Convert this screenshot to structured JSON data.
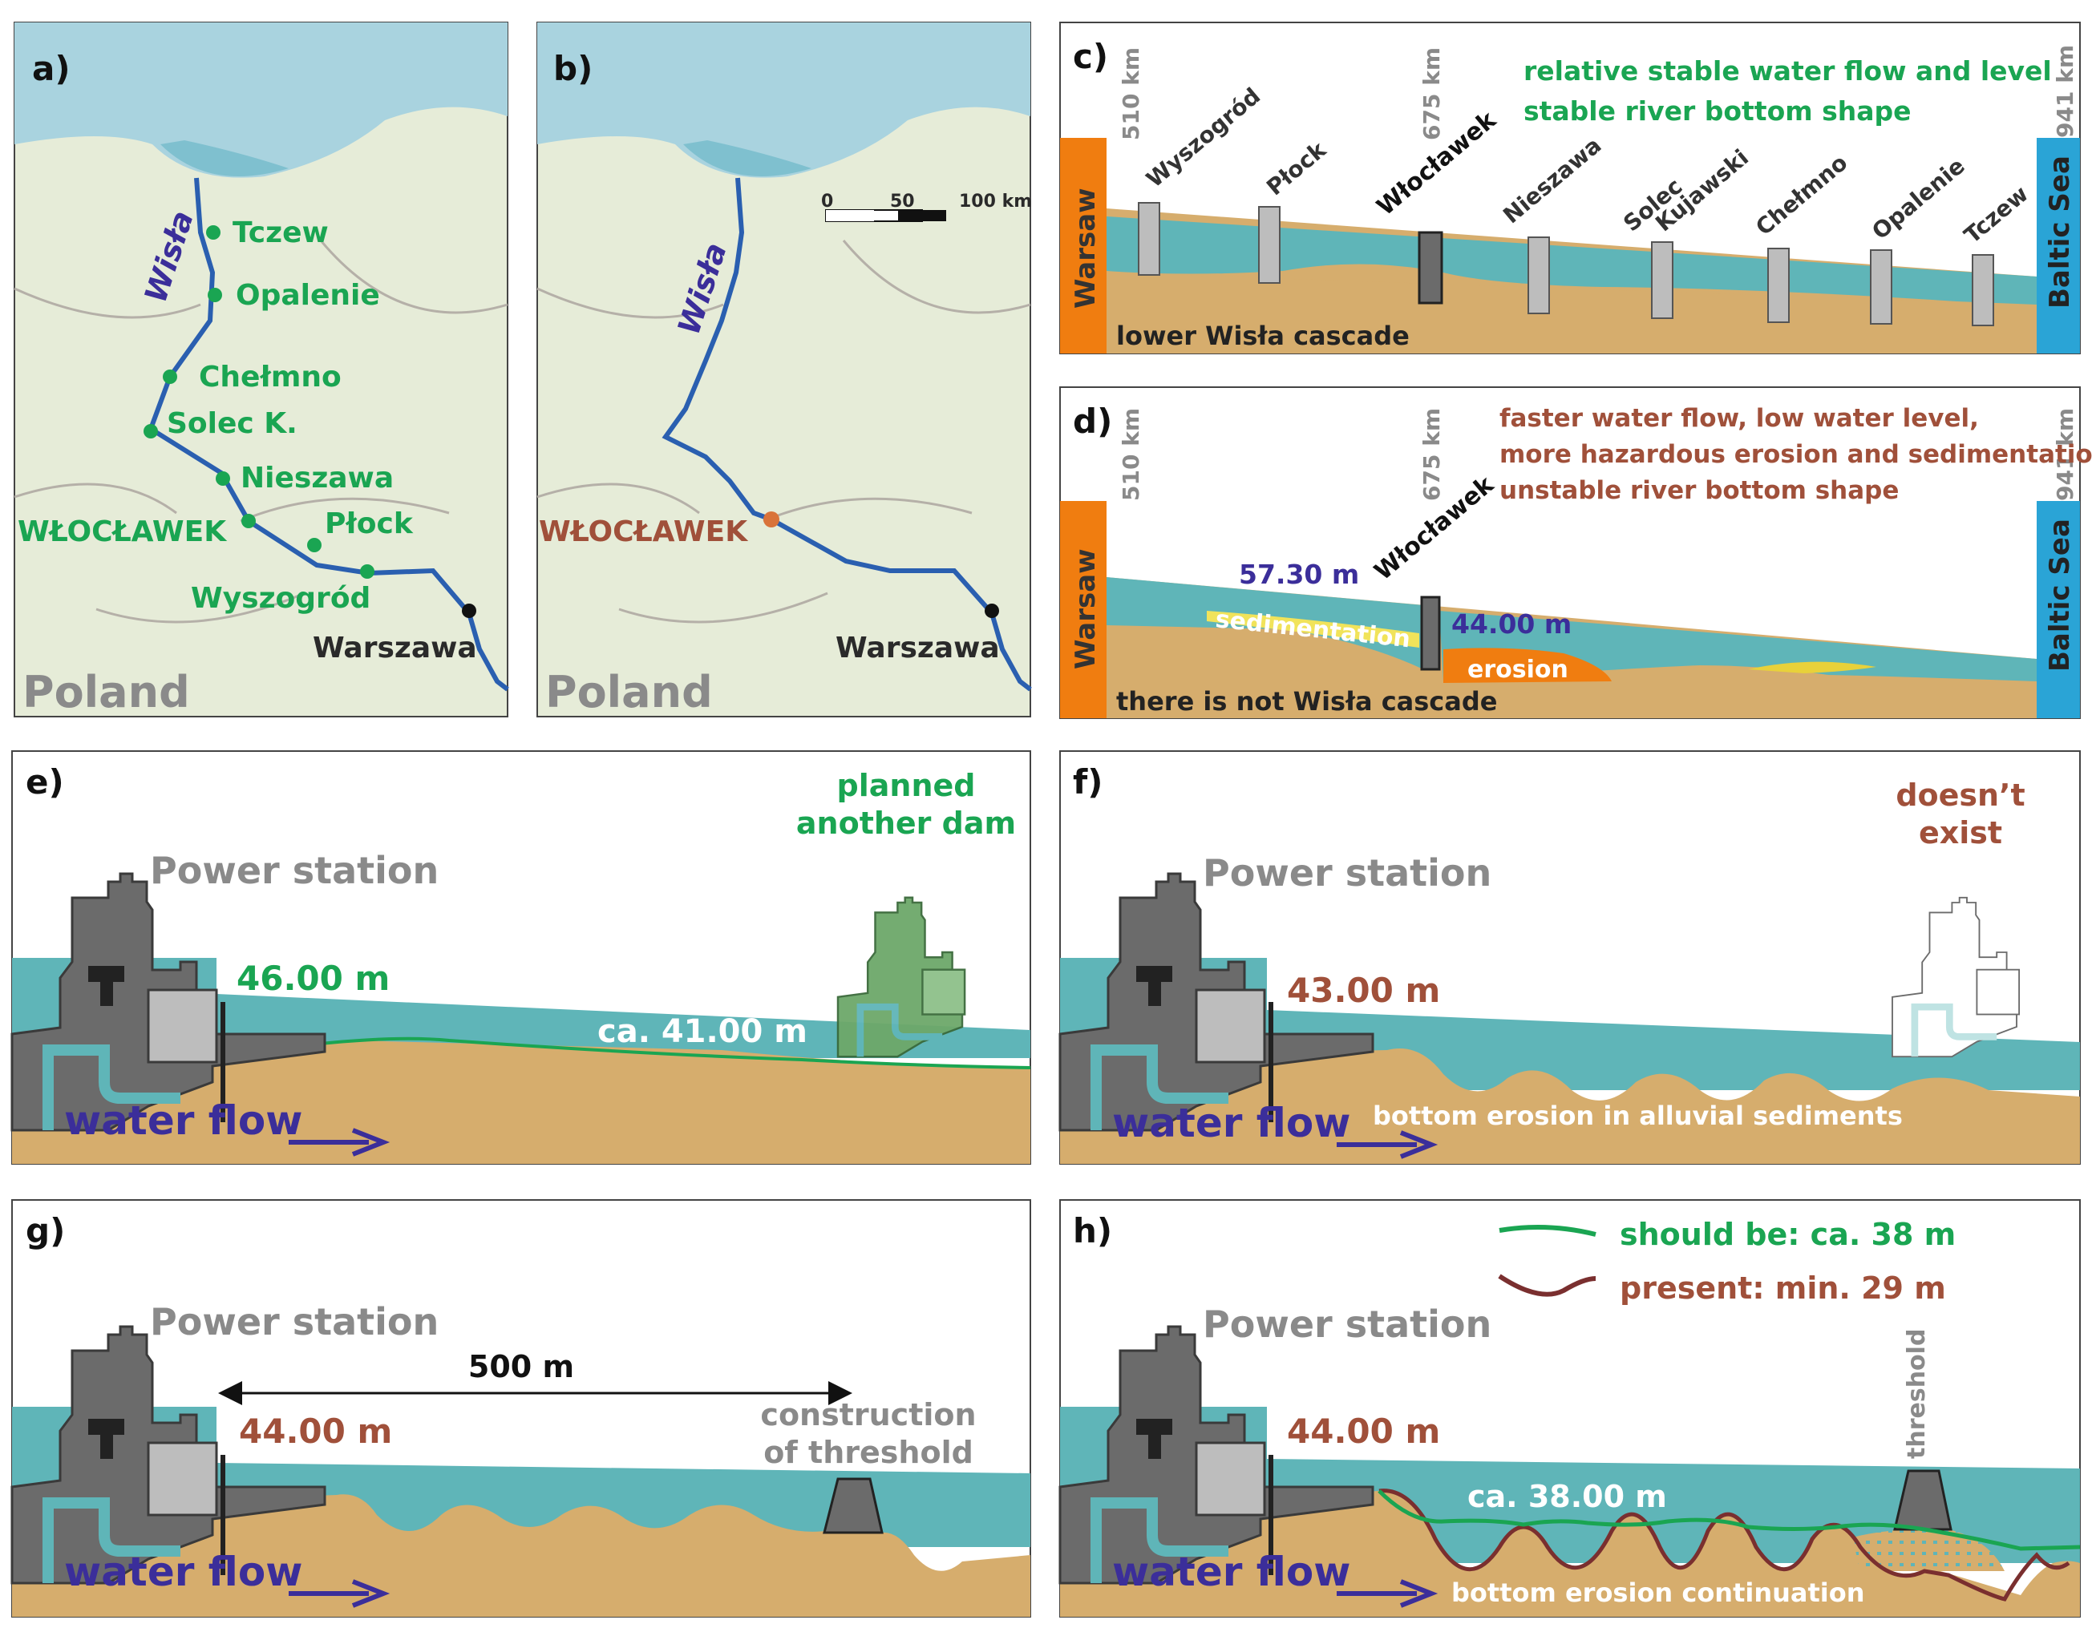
{
  "panels": {
    "a": {
      "label": "a)",
      "river": "Wisła",
      "places": [
        "Tczew",
        "Opalenie",
        "Chełmno",
        "Solec K.",
        "Nieszawa",
        "Płock",
        "Wyszogród"
      ],
      "dam": "WŁOCŁAWEK",
      "capital": "Warszawa",
      "country": "Poland"
    },
    "b": {
      "label": "b)",
      "river": "Wisła",
      "dam": "WŁOCŁAWEK",
      "capital": "Warszawa",
      "country": "Poland",
      "scalebar": {
        "t0": "0",
        "t50": "50",
        "t100": "100 km"
      }
    },
    "c": {
      "label": "c)",
      "km510": "510 km",
      "km675": "675 km",
      "km941": "941 km",
      "note1": "relative stable water flow and level",
      "note2": "stable river bottom shape",
      "left": "Warsaw",
      "right": "Baltic Sea",
      "bottom": "lower Wisła cascade",
      "stations": [
        "Wyszogród",
        "Płock",
        "Włocławek",
        "Nieszawa",
        "Solec",
        "Kujawski",
        "Chełmno",
        "Opalenie",
        "Tczew"
      ]
    },
    "d": {
      "label": "d)",
      "km510": "510 km",
      "km675": "675 km",
      "km941": "941 km",
      "note1": "faster water flow, low water level,",
      "note2": "more hazardous erosion and sedimentation,",
      "note3": "unstable river bottom shape",
      "left": "Warsaw",
      "right": "Baltic Sea",
      "dam": "Włocławek",
      "level_up": "57.30 m",
      "level_down": "44.00 m",
      "sed": "sedimentation",
      "ero": "erosion",
      "bottom": "there is not Wisła cascade"
    },
    "e": {
      "label": "e)",
      "station": "Power station",
      "level": "46.00 m",
      "level2": "ca. 41.00 m",
      "note1": "planned",
      "note2": "another dam",
      "flow": "water flow"
    },
    "f": {
      "label": "f)",
      "station": "Power station",
      "level": "43.00 m",
      "note1": "doesn’t",
      "note2": "exist",
      "flow": "water flow",
      "erosion": "bottom erosion in alluvial sediments"
    },
    "g": {
      "label": "g)",
      "station": "Power station",
      "level": "44.00 m",
      "dist": "500 m",
      "note1": "construction",
      "note2": "of threshold",
      "flow": "water flow"
    },
    "h": {
      "label": "h)",
      "station": "Power station",
      "level": "44.00 m",
      "level2": "ca. 38.00 m",
      "legend_green": "should be: ca. 38 m",
      "legend_brown": "present:  min. 29 m",
      "threshold": "threshold",
      "flow": "water flow",
      "erosion": "bottom erosion continuation"
    }
  },
  "colors": {
    "water": "#5fb5b8",
    "sand": "#d6ad6d",
    "orange": "#f07d10",
    "blue": "#2aa4d6",
    "green": "#1aa552",
    "brown": "#a0503a",
    "navy": "#3b2e9a"
  }
}
